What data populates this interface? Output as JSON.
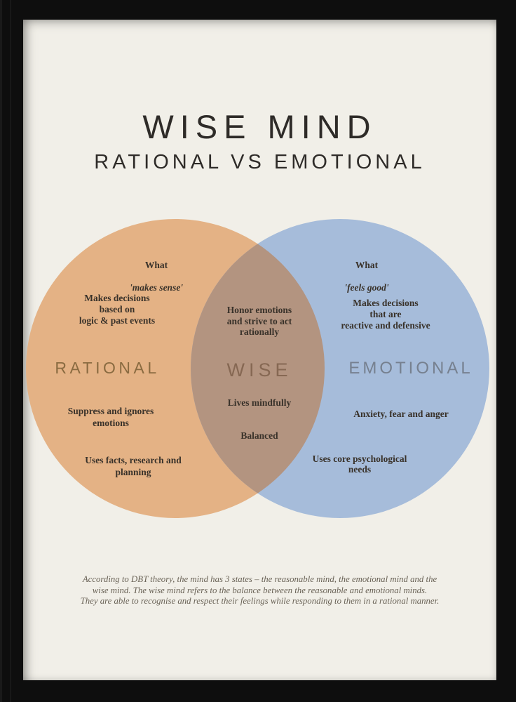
{
  "poster": {
    "title": "WISE MIND",
    "subtitle": "RATIONAL VS EMOTIONAL",
    "venn": {
      "left": {
        "label": "RATIONAL",
        "what": "What",
        "what_quote": "'makes sense'",
        "point1": "Makes decisions\nbased on\nlogic & past events",
        "point2": "Suppress and ignores\nemotions",
        "point3": "Uses facts, research and\nplanning"
      },
      "center": {
        "label": "WISE",
        "point1": "Honor emotions\nand strive to act\nrationally",
        "point2": "Lives mindfully",
        "point3": "Balanced"
      },
      "right": {
        "label": "EMOTIONAL",
        "what": "What",
        "what_quote": "'feels good'",
        "point1": "Makes decisions\nthat are\nreactive and defensive",
        "point2": "Anxiety, fear and anger",
        "point3": "Uses core psychological\nneeds"
      },
      "colors": {
        "rational_fill": "#e4b285",
        "emotional_fill": "#a6bcda",
        "overlap_fill": "#b39480",
        "rational_label": "#8a6b41",
        "wise_label": "#866853",
        "emotional_label": "#76808f",
        "body_text": "#39322a"
      }
    },
    "caption": "According to DBT theory, the mind has 3 states – the reasonable mind, the emotional mind and the\nwise mind. The wise mind refers to the balance between the reasonable and emotional minds.\nThey are able to recognise and respect their feelings while responding to them in a rational manner.",
    "frame_color": "#0e0e0e",
    "paper_color": "#f1efe8"
  }
}
